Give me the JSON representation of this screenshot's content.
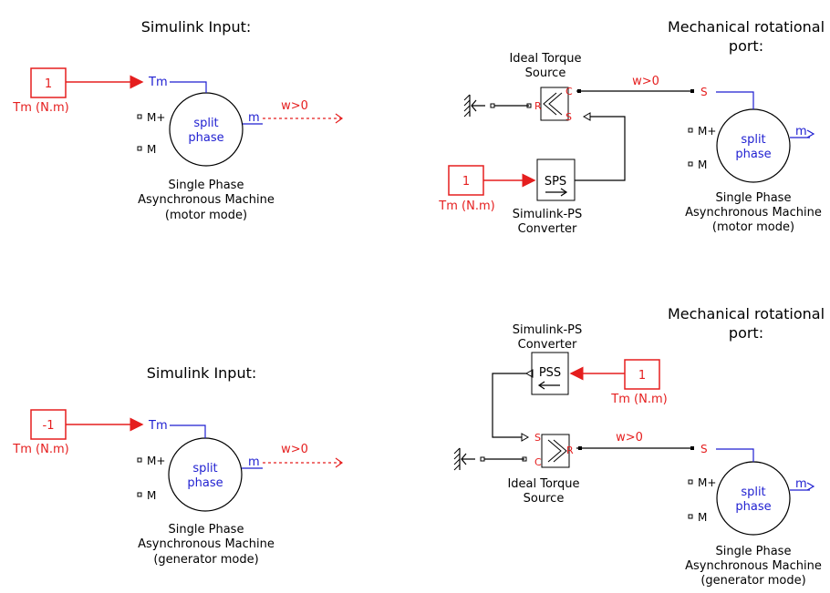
{
  "panels": {
    "motor_simulink": {
      "heading": "Simulink Input:",
      "constant_value": "1",
      "constant_label": "Tm (N.m)",
      "port_tm": "Tm",
      "port_mplus": "M+",
      "port_m": "M",
      "port_out": "m",
      "machine_text": [
        "split",
        "phase"
      ],
      "speed_label": "w>0",
      "caption": [
        "Single Phase",
        "Asynchronous Machine",
        "(motor mode)"
      ]
    },
    "motor_mech": {
      "heading": [
        "Mechanical rotational",
        "port:"
      ],
      "torque_source_title": [
        "Ideal Torque",
        "Source"
      ],
      "ts_port_c": "C",
      "ts_port_r": "R",
      "ts_port_s": "S",
      "speed_label": "w>0",
      "machine_port_s": "S",
      "port_mplus": "M+",
      "port_m": "M",
      "port_out": "m",
      "machine_text": [
        "split",
        "phase"
      ],
      "converter_symbol": "SPS",
      "converter_caption": [
        "Simulink-PS",
        "Converter"
      ],
      "constant_value": "1",
      "constant_label": "Tm (N.m)",
      "caption": [
        "Single Phase",
        "Asynchronous Machine",
        "(motor mode)"
      ]
    },
    "generator_simulink": {
      "heading": "Simulink Input:",
      "constant_value": "-1",
      "constant_label": "Tm (N.m)",
      "port_tm": "Tm",
      "port_mplus": "M+",
      "port_m": "M",
      "port_out": "m",
      "machine_text": [
        "split",
        "phase"
      ],
      "speed_label": "w>0",
      "caption": [
        "Single Phase",
        "Asynchronous Machine",
        "(generator mode)"
      ]
    },
    "generator_mech": {
      "heading": [
        "Mechanical rotational",
        "port:"
      ],
      "converter_caption": [
        "Simulink-PS",
        "Converter"
      ],
      "converter_symbol": "PSS",
      "constant_value": "1",
      "constant_label": "Tm (N.m)",
      "ts_port_s": "S",
      "ts_port_c": "C",
      "ts_port_r": "R",
      "speed_label": "w>0",
      "machine_port_s": "S",
      "port_mplus": "M+",
      "port_m": "M",
      "port_out": "m",
      "machine_text": [
        "split",
        "phase"
      ],
      "torque_source_title": [
        "Ideal Torque",
        "Source"
      ],
      "caption": [
        "Single Phase",
        "Asynchronous Machine",
        "(generator mode)"
      ]
    }
  },
  "colors": {
    "signal": "#e51e1e",
    "port": "#1f1fd1",
    "line": "#000000"
  }
}
